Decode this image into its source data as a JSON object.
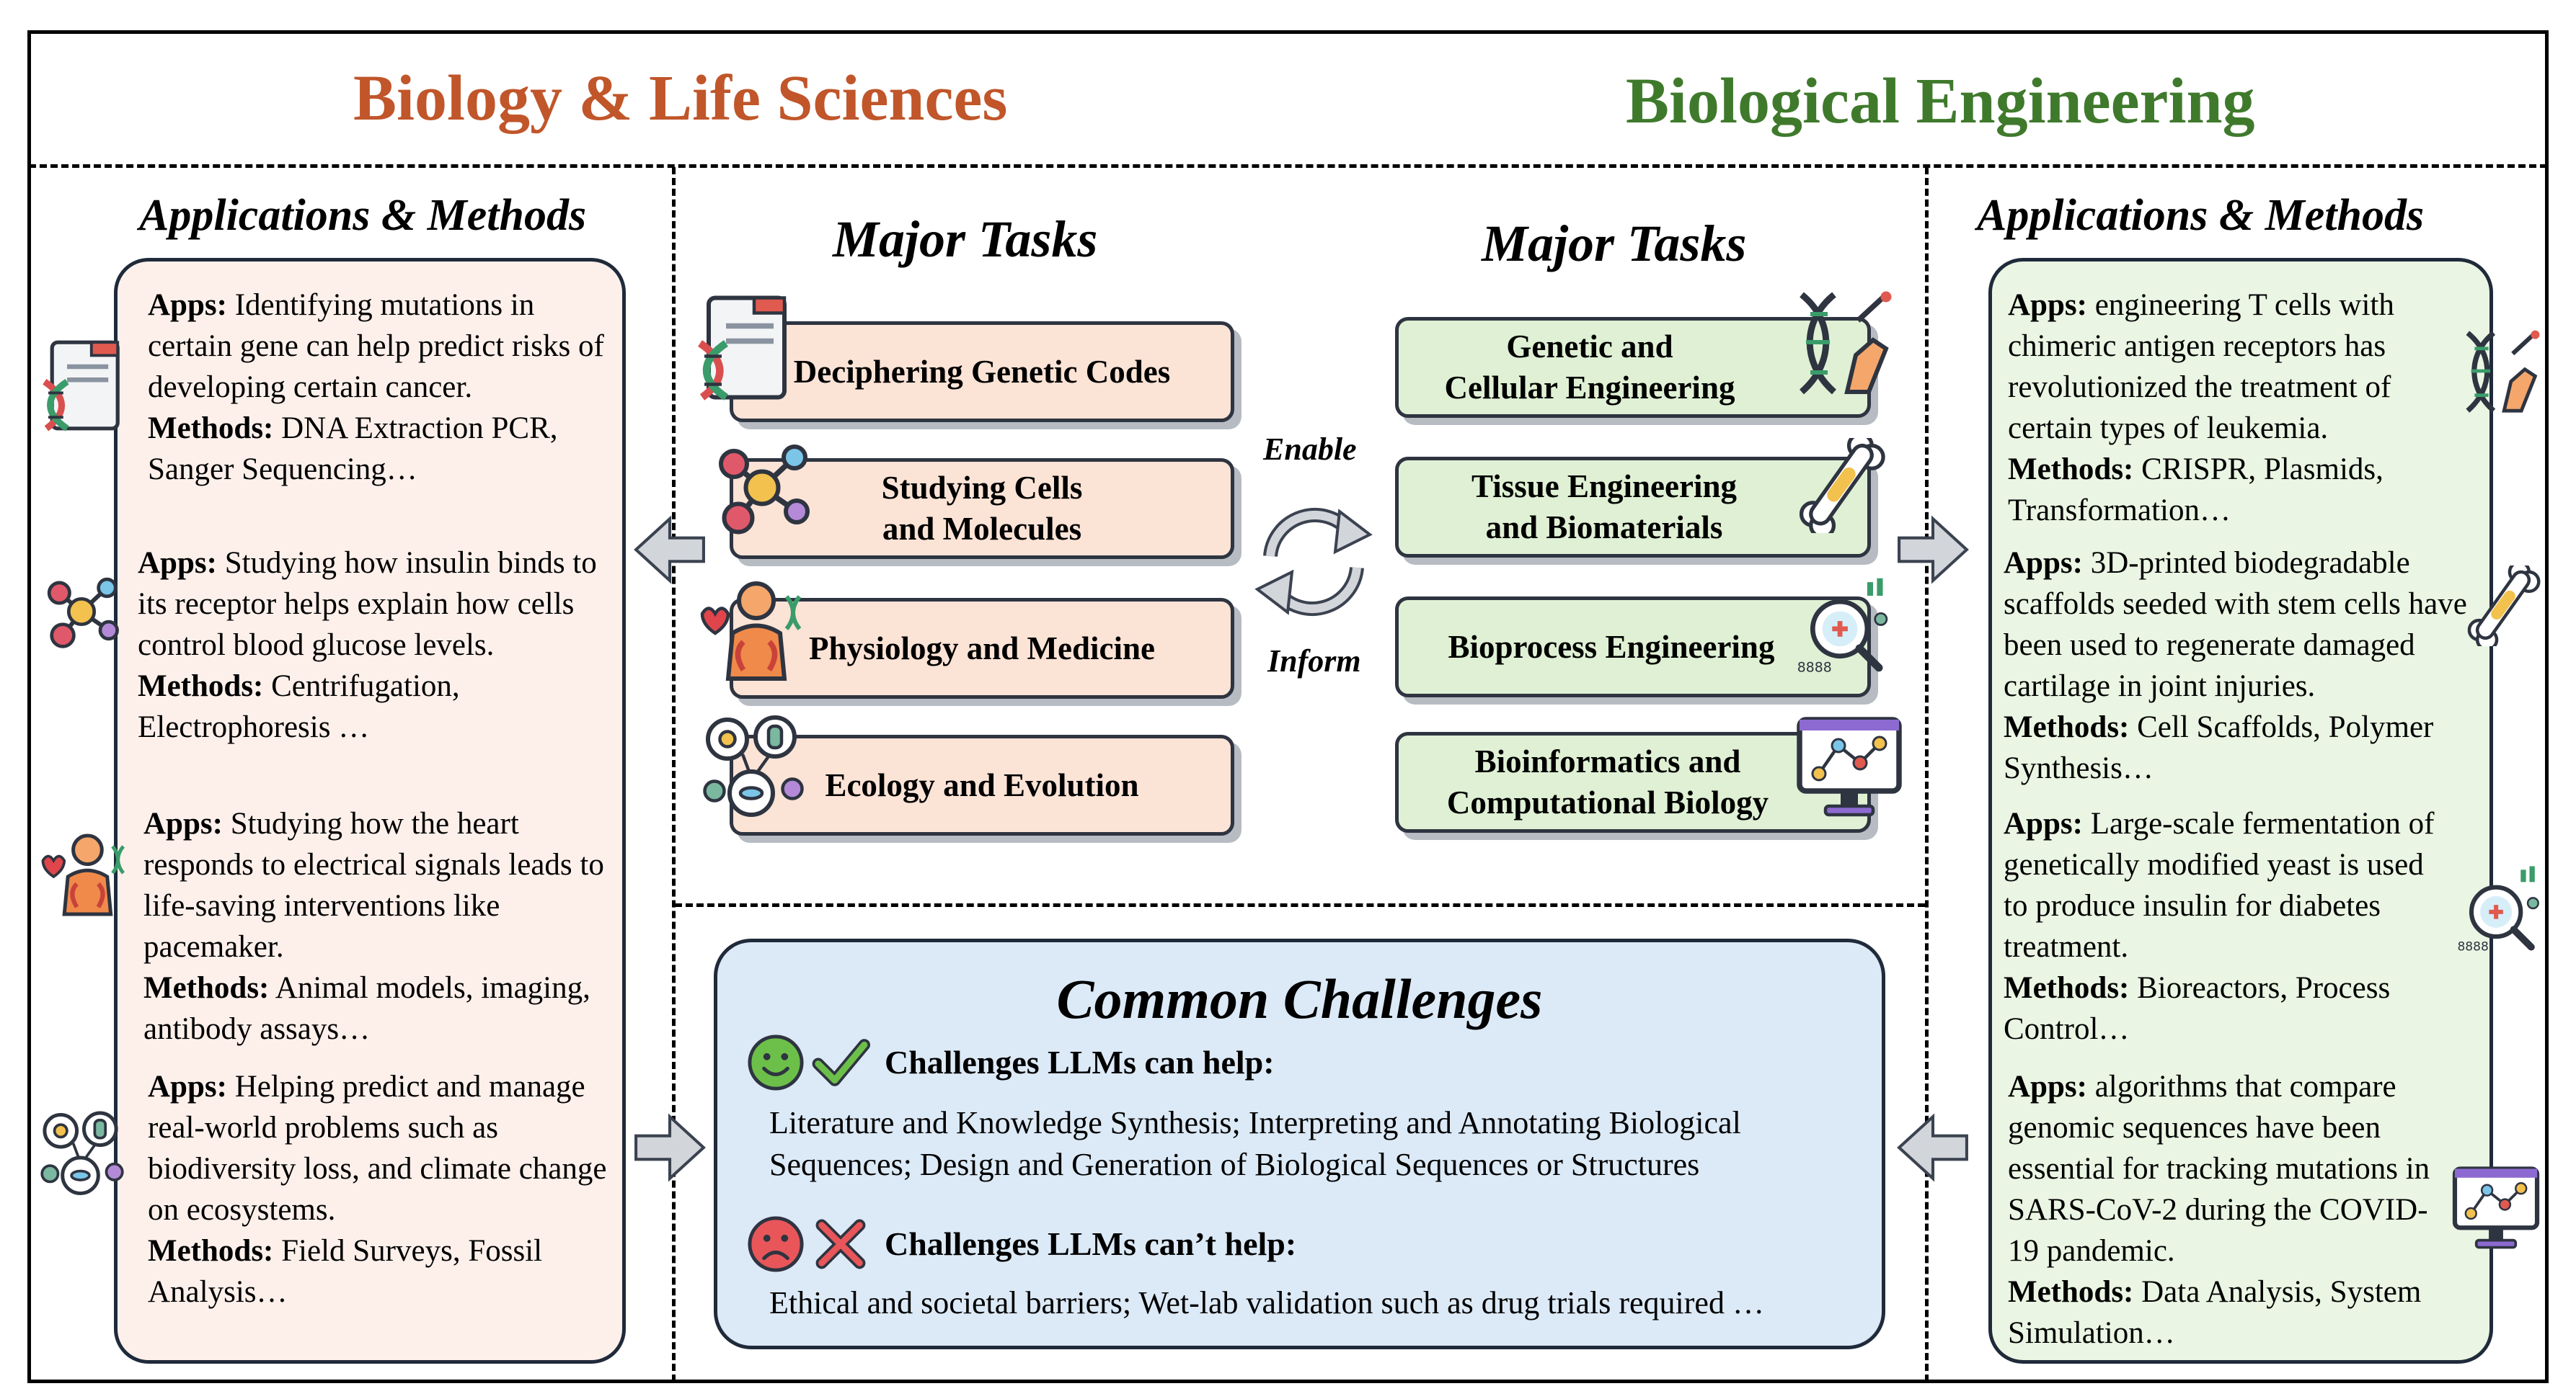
{
  "titles": {
    "left": "Biology & Life Sciences",
    "right": "Biological Engineering"
  },
  "left_panel": {
    "heading": "Applications & Methods",
    "entries": [
      {
        "apps_label": "Apps:",
        "apps": "Identifying mutations in certain gene can help predict risks of developing certain cancer.",
        "methods_label": "Methods:",
        "methods": "DNA Extraction PCR, Sanger Sequencing…"
      },
      {
        "apps_label": "Apps:",
        "apps": "Studying how insulin binds to its receptor helps explain how cells control blood glucose levels.",
        "methods_label": "Methods:",
        "methods": "Centrifugation, Electrophoresis …"
      },
      {
        "apps_label": "Apps:",
        "apps": "Studying how the heart responds to electrical signals leads to life-saving interventions like pacemaker.",
        "methods_label": "Methods:",
        "methods": "Animal models, imaging, antibody assays…"
      },
      {
        "apps_label": "Apps:",
        "apps": "Helping predict and manage real-world problems such as biodiversity loss, and climate change on ecosystems.",
        "methods_label": "Methods:",
        "methods": "Field Surveys, Fossil Analysis…"
      }
    ]
  },
  "right_panel": {
    "heading": "Applications & Methods",
    "entries": [
      {
        "apps_label": "Apps:",
        "apps": "engineering T cells with chimeric antigen receptors has revolutionized the treatment of certain types of leukemia.",
        "methods_label": "Methods:",
        "methods": "CRISPR, Plasmids, Transformation…"
      },
      {
        "apps_label": "Apps:",
        "apps": "3D-printed biodegradable scaffolds seeded with stem cells have been used to regenerate damaged cartilage in joint injuries.",
        "methods_label": "Methods:",
        "methods": "Cell Scaffolds, Polymer Synthesis…"
      },
      {
        "apps_label": "Apps:",
        "apps": "Large-scale fermentation of genetically modified yeast is used to produce insulin for diabetes treatment.",
        "methods_label": "Methods:",
        "methods": "Bioreactors, Process Control…"
      },
      {
        "apps_label": "Apps:",
        "apps": "algorithms that compare genomic sequences have been essential for tracking mutations in SARS-CoV-2 during the COVID-19 pandemic.",
        "methods_label": "Methods:",
        "methods": "Data Analysis, System Simulation…"
      }
    ]
  },
  "left_tasks": {
    "heading": "Major Tasks",
    "items": [
      {
        "lines": [
          "Deciphering Genetic Codes"
        ]
      },
      {
        "lines": [
          "Studying Cells",
          "and Molecules"
        ]
      },
      {
        "lines": [
          "Physiology and Medicine"
        ]
      },
      {
        "lines": [
          "Ecology and Evolution"
        ]
      }
    ]
  },
  "right_tasks": {
    "heading": "Major Tasks",
    "items": [
      {
        "lines": [
          "Genetic and",
          "Cellular Engineering"
        ]
      },
      {
        "lines": [
          "Tissue Engineering",
          "and Biomaterials"
        ]
      },
      {
        "lines": [
          "Bioprocess Engineering"
        ]
      },
      {
        "lines": [
          "Bioinformatics and",
          "Computational Biology"
        ]
      }
    ]
  },
  "cycle": {
    "enable": "Enable",
    "inform": "Inform"
  },
  "challenges": {
    "title": "Common Challenges",
    "can_help_label": "Challenges LLMs can help:",
    "can_help_text": "Literature and Knowledge Synthesis; Interpreting and Annotating Biological Sequences; Design and Generation of Biological Sequences or Structures",
    "cant_help_label": "Challenges LLMs can’t help:",
    "cant_help_text": "Ethical and societal barriers; Wet-lab validation such as drug trials required …"
  },
  "colors": {
    "biology": "#c0562a",
    "engineering": "#3f7a2c",
    "left_panel_bg": "#fdf0eb",
    "right_panel_bg": "#eaf5e3",
    "left_task_bg": "#fbe3d6",
    "right_task_bg": "#dff0d4",
    "challenge_bg": "#dce9f6"
  },
  "icons": {
    "left_panel": [
      "dna-document-icon",
      "molecule-icon",
      "heart-physiology-icon",
      "ecology-icon"
    ],
    "right_panel": [
      "dna-editing-icon",
      "bone-implant-icon",
      "bioprocess-lab-icon",
      "computer-network-icon"
    ],
    "challenges": [
      "smile-face-icon",
      "check-icon",
      "sad-face-icon",
      "cross-icon"
    ]
  }
}
